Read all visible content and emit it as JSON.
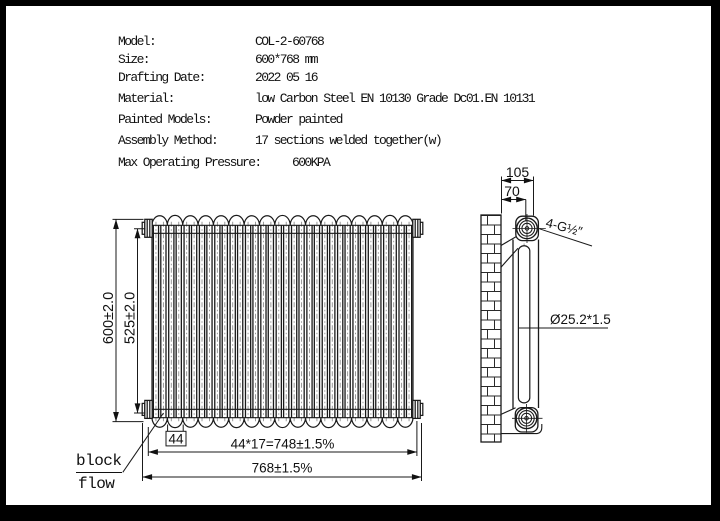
{
  "spec": {
    "rows": [
      {
        "label": "Model:",
        "value": "COL-2-60768"
      },
      {
        "label": "Size:",
        "value": "600*768 mm"
      },
      {
        "label": "Drafting Date:",
        "value": "2022 05 16"
      },
      {
        "label": "Material:",
        "value": "low Carbon Steel  EN 10130 Grade Dc01.EN 10131"
      },
      {
        "label": "Painted Models:",
        "value": "Powder painted"
      },
      {
        "label": "Assembly Method:",
        "value": "17 sections welded together(w)"
      },
      {
        "label": "Max Operating Pressure:",
        "value": "600KPA"
      }
    ]
  },
  "front_view": {
    "sections": 17,
    "dim_height_overall": "600±2.0",
    "dim_height_sections": "525±2.0",
    "dim_section_pitch": "44",
    "dim_sections_width": "44*17=748±1.5%",
    "dim_width_overall": "768±1.5%",
    "callout_line1": "block",
    "callout_line2": "flow"
  },
  "side_view": {
    "dim_depth": "105",
    "dim_wall_to_center": "70",
    "dim_thread": "4-G½″",
    "dim_tube": "Ø25.2*1.5"
  },
  "colors": {
    "line": "#1a1a1a",
    "centerline": "#8f8f8f",
    "background": "#ffffff",
    "frame": "#000000"
  }
}
